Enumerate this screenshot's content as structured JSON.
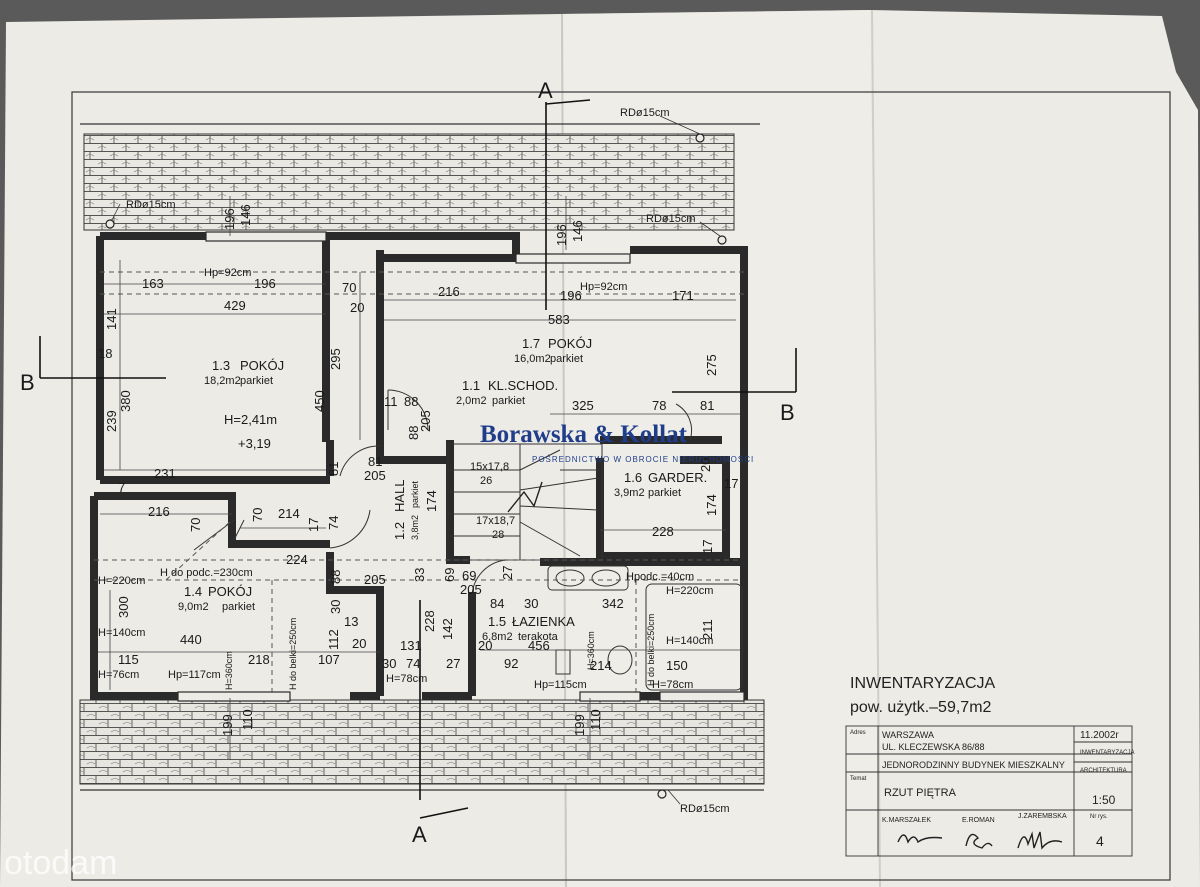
{
  "section_markers": {
    "a": "A",
    "b": "B"
  },
  "downpipes": {
    "label": "RDø15cm"
  },
  "rooms": [
    {
      "num": "1.3",
      "name": "POKÓJ",
      "area": "18,2m2",
      "floor": "parkiet"
    },
    {
      "num": "1.7",
      "name": "POKÓJ",
      "area": "16,0m2",
      "floor": "parkiet"
    },
    {
      "num": "1.1",
      "name": "KL.SCHOD.",
      "area": "2,0m2",
      "floor": "parkiet"
    },
    {
      "num": "1.6",
      "name": "GARDER.",
      "area": "3,9m2",
      "floor": "parkiet"
    },
    {
      "num": "1.2",
      "name": "HALL",
      "area": "3,8m2",
      "floor": "parkiet"
    },
    {
      "num": "1.4",
      "name": "POKÓJ",
      "area": "9,0m2",
      "floor": "parkiet"
    },
    {
      "num": "1.5",
      "name": "ŁAZIENKA",
      "area": "6,8m2",
      "floor": "terakota"
    }
  ],
  "heights": {
    "h_241": "H=2,41m",
    "level": "+3,19",
    "hp92": "Hp=92cm",
    "h220": "H=220cm",
    "h140": "H=140cm",
    "h76": "H=76cm",
    "hp117": "Hp=117cm",
    "h78": "H=78cm",
    "hp115": "Hp=115cm",
    "h_do_podc": "H do podc.=230cm",
    "h360": "H=360cm",
    "h_belki": "H do belki=250cm",
    "hpodc40": "Hpodc.=40cm"
  },
  "stairs": {
    "s1": "15x17,8",
    "n1": "26",
    "s2": "17x18,7",
    "n2": "28"
  },
  "dimensions": {
    "d163": "163",
    "d196": "196",
    "d429": "429",
    "d70": "70",
    "d20": "20",
    "d216": "216",
    "d583": "583",
    "d171": "171",
    "d141": "141",
    "d18": "18",
    "d380": "380",
    "d239": "239",
    "d295": "295",
    "d450": "450",
    "d275": "275",
    "d325": "325",
    "d78": "78",
    "d81": "81",
    "d88": "88",
    "d11": "11",
    "d205": "205",
    "d231": "231",
    "d7": "7",
    "d174": "174",
    "d214": "214",
    "d74": "74",
    "d17": "17",
    "d228": "228",
    "d224": "224",
    "d33": "33",
    "d69": "69",
    "d84": "84",
    "d30": "30",
    "d342": "342",
    "d300": "300",
    "d440": "440",
    "d115": "115",
    "d218": "218",
    "d107": "107",
    "d112": "112",
    "d13": "13",
    "d131": "131",
    "d142": "142",
    "d456": "456",
    "d92": "92",
    "d150": "150",
    "d211": "211",
    "d27": "27",
    "d199": "199",
    "d110": "110",
    "d146": "146"
  },
  "summary": {
    "title": "INWENTARYZACJA",
    "area": "pow. użytk.–59,7m2"
  },
  "title_block": {
    "adres_label": "Adres",
    "city": "WARSZAWA",
    "street": "UL. KLECZEWSKA 86/88",
    "date": "11.2002r",
    "stage": "INWENTARYZACJA",
    "building": "JEDNORODZINNY BUDYNEK MIESZKALNY",
    "branza": "ARCHITEKTURA",
    "temat_label": "Temat",
    "drawing": "RZUT PIĘTRA",
    "scale": "1:50",
    "person1": "K.MARSZAŁEK",
    "person2": "E.ROMAN",
    "person3": "J.ZAREMBSKA",
    "sheet_label": "Nr rys.",
    "sheet_no": "4"
  },
  "watermark": {
    "brand": "Borawska & Kollat",
    "sub": "POŚREDNICTWO W OBROCIE NIERUCHOMOŚCI",
    "portal": "otodam"
  },
  "colors": {
    "paper": "#ecebe6",
    "ink": "#1a1a1a",
    "wall": "#2a2a2a",
    "brand": "#1f3d8a",
    "background": "#5a5a5a"
  }
}
